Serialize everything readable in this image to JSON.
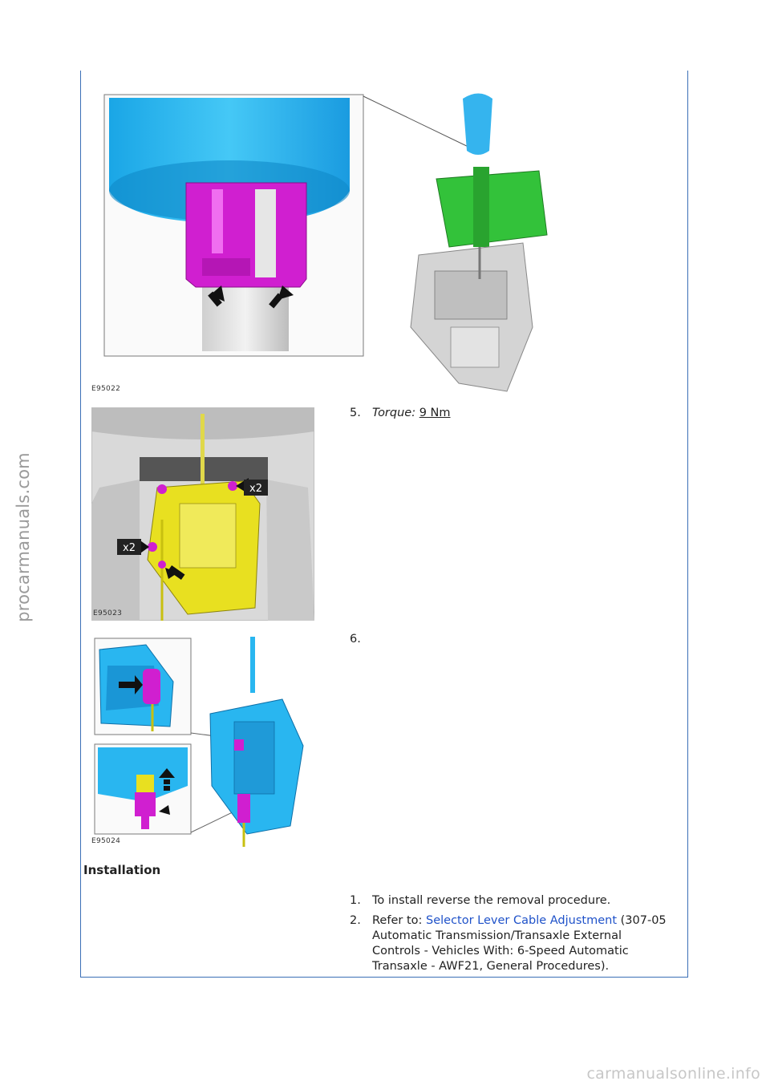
{
  "watermarks": {
    "side": "procarmanuals.com",
    "bottom": "carmanualsonline.info"
  },
  "figures": {
    "fig1_code": "E95022",
    "fig2_code": "E95023",
    "fig3_code": "E95024",
    "fig2_callout_top": "x2",
    "fig2_callout_left": "x2"
  },
  "steps": {
    "step5": {
      "number": "5.",
      "torque_label": "Torque:",
      "torque_value": "9 Nm"
    },
    "step6": {
      "number": "6."
    }
  },
  "installation": {
    "heading": "Installation",
    "items": [
      {
        "number": "1.",
        "text": "To install reverse the removal procedure."
      },
      {
        "number": "2.",
        "prefix": "Refer to: ",
        "link": "Selector Lever Cable Adjustment",
        "suffix": " (307-05 Automatic Transmission/Transaxle External Controls - Vehicles With: 6-Speed Automatic Transaxle - AWF21, General Procedures)."
      }
    ]
  },
  "colors": {
    "frame": "#3b6fb6",
    "link": "#1f52c9",
    "cyan_part": "#29b6f0",
    "magenta_part": "#d01fd0",
    "green_part": "#33c23a",
    "yellow_part": "#e8e020"
  }
}
